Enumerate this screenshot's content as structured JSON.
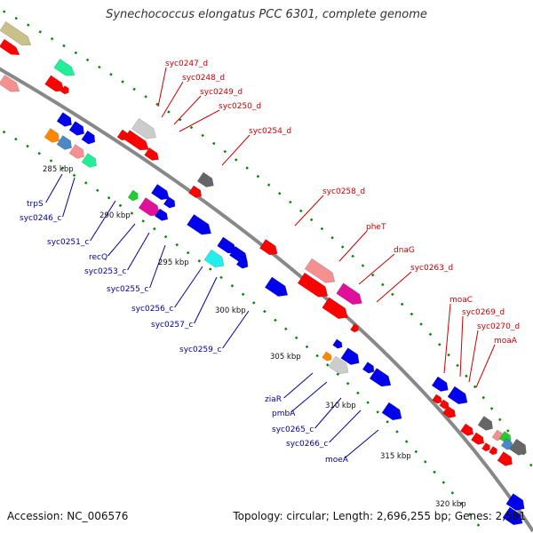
{
  "title": "Synechococcus elongatus PCC 6301, complete genome",
  "footer": {
    "accession": "Accession: NC_006576",
    "topology": "Topology: circular; Length: 2,696,255 bp; Genes: 2,581"
  },
  "colors": {
    "backbone": "#888888",
    "forward_label": "#cc0000",
    "reverse_label": "#000099",
    "forward_gene": "#ff0000",
    "reverse_gene": "#0000ee",
    "tick": "#008800"
  },
  "scale_labels": [
    {
      "text": "285 kbp"
    },
    {
      "text": "290 kbp"
    },
    {
      "text": "295 kbp"
    },
    {
      "text": "300 kbp"
    },
    {
      "text": "305 kbp"
    },
    {
      "text": "310 kbp"
    },
    {
      "text": "315 kbp"
    },
    {
      "text": "320 kbp"
    }
  ],
  "forward_labels": [
    {
      "text": "syc0247_d"
    },
    {
      "text": "syc0248_d"
    },
    {
      "text": "syc0249_d"
    },
    {
      "text": "syc0250_d"
    },
    {
      "text": "syc0254_d"
    },
    {
      "text": "syc0258_d"
    },
    {
      "text": "pheT"
    },
    {
      "text": "dnaG"
    },
    {
      "text": "syc0263_d"
    },
    {
      "text": "moaC"
    },
    {
      "text": "syc0269_d"
    },
    {
      "text": "syc0270_d"
    },
    {
      "text": "moaA"
    }
  ],
  "reverse_labels": [
    {
      "text": "trpS"
    },
    {
      "text": "syc0246_c"
    },
    {
      "text": "syc0251_c"
    },
    {
      "text": "recQ"
    },
    {
      "text": "syc0253_c"
    },
    {
      "text": "syc0255_c"
    },
    {
      "text": "syc0256_c"
    },
    {
      "text": "syc0257_c"
    },
    {
      "text": "syc0259_c"
    },
    {
      "text": "ziaR"
    },
    {
      "text": "pmbA"
    },
    {
      "text": "syc0265_c"
    },
    {
      "text": "syc0266_c"
    },
    {
      "text": "moeA"
    }
  ]
}
